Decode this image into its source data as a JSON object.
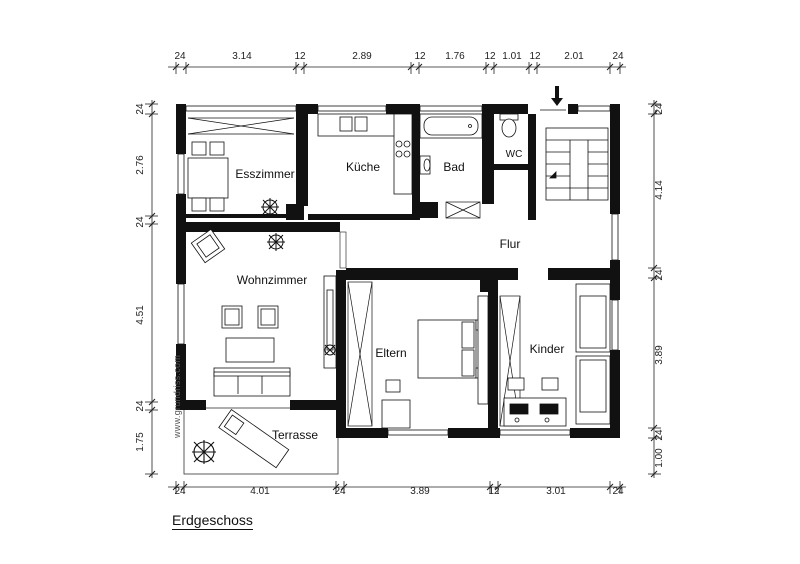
{
  "title": "Erdgeschoss",
  "watermark": "www.grundriss.com",
  "rooms": {
    "esszimmer": "Esszimmer",
    "kueche": "Küche",
    "bad": "Bad",
    "wc": "WC",
    "flur": "Flur",
    "wohnzimmer": "Wohnzimmer",
    "eltern": "Eltern",
    "kinder": "Kinder",
    "terrasse": "Terrasse"
  },
  "dims_top": [
    "24",
    "3.14",
    "12",
    "2.89",
    "12",
    "1.76",
    "12",
    "1.01",
    "12",
    "2.01",
    "24"
  ],
  "dims_bottom": [
    "24",
    "4.01",
    "24",
    "3.89",
    "12",
    "3.01",
    "24"
  ],
  "dims_left": [
    "24",
    "2.76",
    "24",
    "4.51",
    "24",
    "1.75"
  ],
  "dims_right": [
    "24",
    "4.14",
    "24",
    "3.89",
    "24",
    "1.00"
  ]
}
